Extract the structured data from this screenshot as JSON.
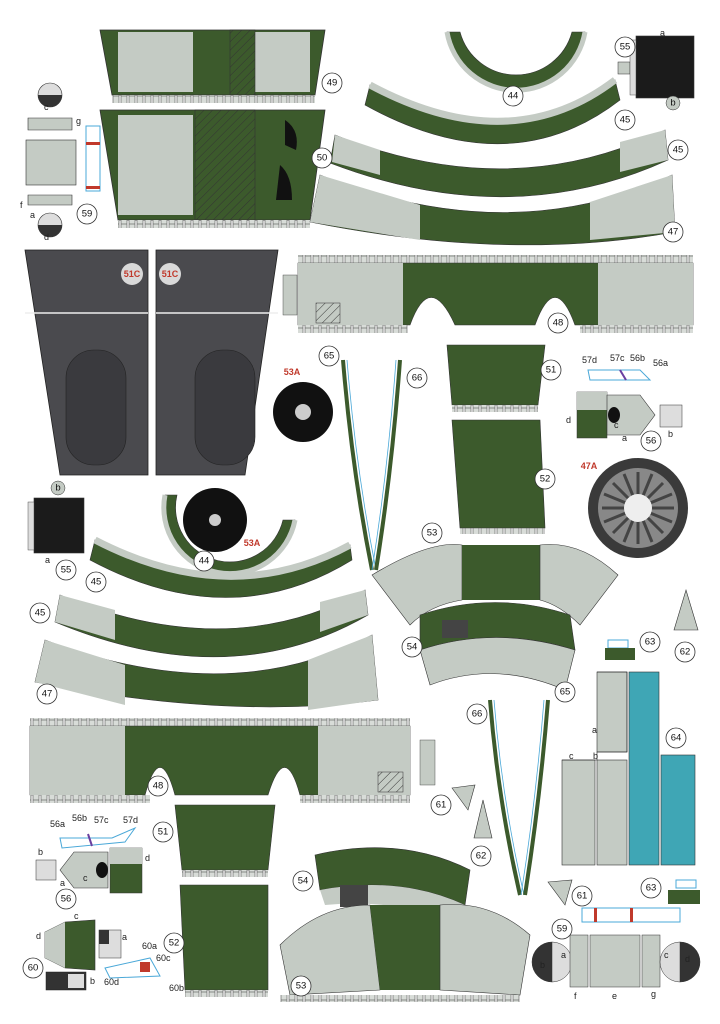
{
  "parts": {
    "p49": "49",
    "p50": "50",
    "p44a": "44",
    "p45a": "45",
    "p45b": "45",
    "p47a": "47",
    "p55a": "55",
    "p55a_a": "a",
    "p55a_b": "b",
    "p59a": "59",
    "p59a_c": "c",
    "p59a_g": "g",
    "p59a_f": "f",
    "p59a_a": "a",
    "p59a_d": "d",
    "p51c_1": "51C",
    "p51c_2": "51C",
    "p48a": "48",
    "p53a_1": "53A",
    "p65a": "65",
    "p66a": "66",
    "p51a": "51",
    "p57d": "57d",
    "p57c": "57c",
    "p56b": "56b",
    "p56a": "56a",
    "p56_d": "d",
    "p56_c": "c",
    "p56_a": "a",
    "p56_b": "b",
    "p56a_num": "56",
    "p47A": "47A",
    "p52a": "52",
    "p55b": "55",
    "p55b_a": "a",
    "p55b_b": "b",
    "p44b": "44",
    "p53a_2": "53A",
    "p45c": "45",
    "p45d": "45",
    "p47b": "47",
    "p53a": "53",
    "p54a": "54",
    "p62a": "62",
    "p63a": "63",
    "p64": "64",
    "p64_a": "a",
    "p64_b": "b",
    "p64_c": "c",
    "p48b": "48",
    "p66b": "66",
    "p65b": "65",
    "p61a": "61",
    "p62b": "62",
    "p51b": "51",
    "p52b": "52",
    "p53b": "53",
    "p54b": "54",
    "p56b_56a": "56a",
    "p56b_56b": "56b",
    "p56b_57c": "57c",
    "p56b_57d": "57d",
    "p56b_b": "b",
    "p56b_c": "c",
    "p56b_a": "a",
    "p56b_d": "d",
    "p56b_num": "56",
    "p60": "60",
    "p60_c": "c",
    "p60_d": "d",
    "p60_a": "a",
    "p60_b": "b",
    "p60a": "60a",
    "p60c": "60c",
    "p60d": "60d",
    "p60b": "60b",
    "p61b": "61",
    "p63b": "63",
    "p59b": "59",
    "p59b_a": "a",
    "p59b_b": "b",
    "p59b_c": "c",
    "p59b_d": "d",
    "p59b_f": "f",
    "p59b_e": "e",
    "p59b_g": "g"
  },
  "colors": {
    "green": "#3c5a2c",
    "green_dark": "#2f4a22",
    "grey": "#c4cbc4",
    "grey_dark": "#5a5a5e",
    "charcoal": "#4a4a4e",
    "black": "#111111",
    "teal": "#3fa6b5",
    "red": "#c0392b",
    "blue_line": "#4aa8d8"
  }
}
